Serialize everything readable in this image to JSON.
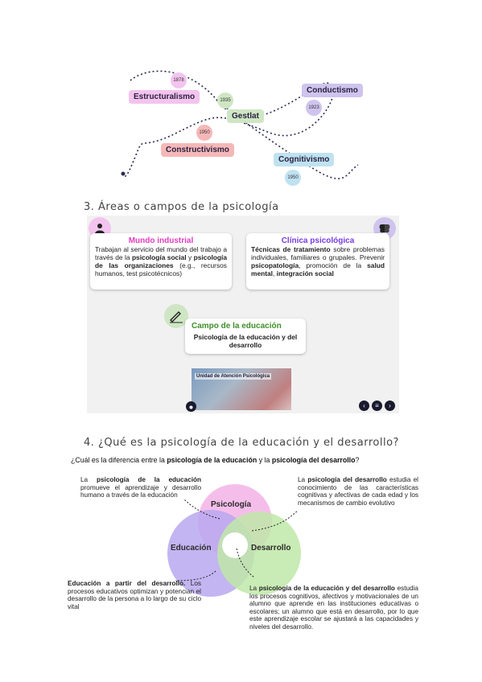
{
  "timeline": {
    "items": [
      {
        "label": "Estructuralismo",
        "year": "1878",
        "color": "#f3c4ee"
      },
      {
        "label": "Gestlat",
        "year": "1935",
        "color": "#cfe6c4"
      },
      {
        "label": "Conductismo",
        "year": "1923",
        "color": "#cfc4ee"
      },
      {
        "label": "Constructivismo",
        "year": "1950",
        "color": "#f5b8b8"
      },
      {
        "label": "Cognitivismo",
        "year": "1950",
        "color": "#bfe2f1"
      }
    ]
  },
  "section3": {
    "title": "3. Áreas o campos de la psicología"
  },
  "areas": {
    "industrial": {
      "title": "Mundo industrial",
      "text_1": "Trabajan al servicio del mundo del trabajo a través de la ",
      "bold_1": "psicología social",
      "text_2": " y ",
      "bold_2": "psicología de las organizaciones",
      "text_3": " (e.g., recursos humanos, test psicotécnicos)",
      "title_color": "#e23dc0"
    },
    "clinica": {
      "title": "Clínica psicológica",
      "bold_1": "Técnicas de tratamiento",
      "text_1": " sobre problemas individuales, familiares o grupales. Prevenir ",
      "bold_2": "psicopatología",
      "text_2": ", promoción de la ",
      "bold_3": "salud mental",
      "text_3": ", ",
      "bold_4": "integración social",
      "title_color": "#7a3ce0"
    },
    "educacion": {
      "title": "Campo de la educación",
      "text": "Psicología de la educación y del desarrollo",
      "title_color": "#3f8f2a"
    },
    "thumbnail_label": "Unidad de Atención Psicológica",
    "nav": {
      "prev": "‹",
      "menu": "≡",
      "next": "›"
    }
  },
  "section4": {
    "title": "4. ¿Qué es la psicología de la educación y el desarrollo?"
  },
  "question": {
    "text_1": "¿Cuál es la diferencia entre la ",
    "bold_1": "psicología de la educación",
    "text_2": " y la ",
    "bold_2": "psicología del desarrollo",
    "text_3": "?"
  },
  "venn": {
    "circles": [
      {
        "label": "Psicología",
        "color": "#f3b3e6"
      },
      {
        "label": "Educación",
        "color": "#b9a8ee"
      },
      {
        "label": "Desarrollo",
        "color": "#bfe8a8"
      }
    ],
    "top_left": {
      "text_1": "La ",
      "bold_1": "psicología de la educación",
      "text_2": " promueve el aprendizaje y desarrollo humano a través de la educación"
    },
    "top_right": {
      "text_1": "La ",
      "bold_1": "psicología del desarrollo",
      "text_2": " estudia el conocimiento de las características cognitivas y afectivas de cada edad y los mecanismos de cambio evolutivo"
    },
    "bottom_left": {
      "bold_1": "Educación a partir del desarrollo.",
      "text_1": " Los procesos educativos optimizan y potencian el desarrollo de la persona a lo largo de su ciclo vital"
    },
    "bottom_right": {
      "text_1": "La ",
      "bold_1": "psicología de la educación y del desarrollo",
      "text_2": " estudia los procesos cognitivos, afectivos y motivacionales de un alumno que aprende en las instituciones educativas o escolares; un alumno que está en desarrollo, por lo que este aprendizaje escolar se ajustará a las capacidades y niveles del desarrollo."
    }
  }
}
